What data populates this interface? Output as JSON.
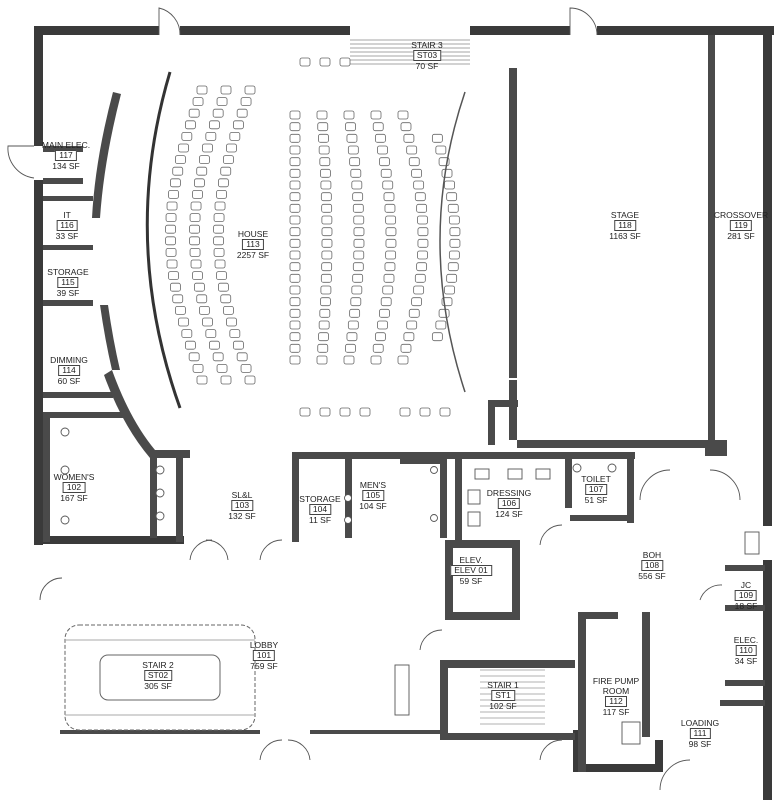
{
  "rooms": [
    {
      "id": "stair3",
      "name": "STAIR 3",
      "number": "ST03",
      "area": "70 SF"
    },
    {
      "id": "main_elec",
      "name": "MAIN ELEC.",
      "number": "117",
      "area": "134 SF"
    },
    {
      "id": "it",
      "name": "IT",
      "number": "116",
      "area": "33 SF"
    },
    {
      "id": "storage115",
      "name": "STORAGE",
      "number": "115",
      "area": "39 SF"
    },
    {
      "id": "dimming",
      "name": "DIMMING",
      "number": "114",
      "area": "60 SF"
    },
    {
      "id": "house",
      "name": "HOUSE",
      "number": "113",
      "area": "2257 SF"
    },
    {
      "id": "stage",
      "name": "STAGE",
      "number": "118",
      "area": "1163 SF"
    },
    {
      "id": "crossover",
      "name": "CROSSOVER",
      "number": "119",
      "area": "281 SF"
    },
    {
      "id": "womens",
      "name": "WOMEN'S",
      "number": "102",
      "area": "167 SF"
    },
    {
      "id": "sll",
      "name": "SL&L",
      "number": "103",
      "area": "132 SF"
    },
    {
      "id": "storage104",
      "name": "STORAGE",
      "number": "104",
      "area": "11 SF"
    },
    {
      "id": "mens",
      "name": "MEN'S",
      "number": "105",
      "area": "104 SF"
    },
    {
      "id": "dressing",
      "name": "DRESSING",
      "number": "106",
      "area": "124 SF"
    },
    {
      "id": "toilet",
      "name": "TOILET",
      "number": "107",
      "area": "51 SF"
    },
    {
      "id": "boh",
      "name": "BOH",
      "number": "108",
      "area": "556 SF"
    },
    {
      "id": "elev",
      "name": "ELEV.",
      "number": "ELEV 01",
      "area": "59 SF"
    },
    {
      "id": "jc",
      "name": "JC",
      "number": "109",
      "area": "18 SF"
    },
    {
      "id": "elec110",
      "name": "ELEC.",
      "number": "110",
      "area": "34 SF"
    },
    {
      "id": "lobby",
      "name": "LOBBY",
      "number": "101",
      "area": "759 SF"
    },
    {
      "id": "stair2",
      "name": "STAIR 2",
      "number": "ST02",
      "area": "305 SF"
    },
    {
      "id": "stair1",
      "name": "STAIR 1",
      "number": "ST1",
      "area": "102 SF"
    },
    {
      "id": "firepump",
      "name": "FIRE PUMP ROOM",
      "number": "112",
      "area": "117 SF"
    },
    {
      "id": "loading",
      "name": "LOADING",
      "number": "111",
      "area": "98 SF"
    }
  ]
}
